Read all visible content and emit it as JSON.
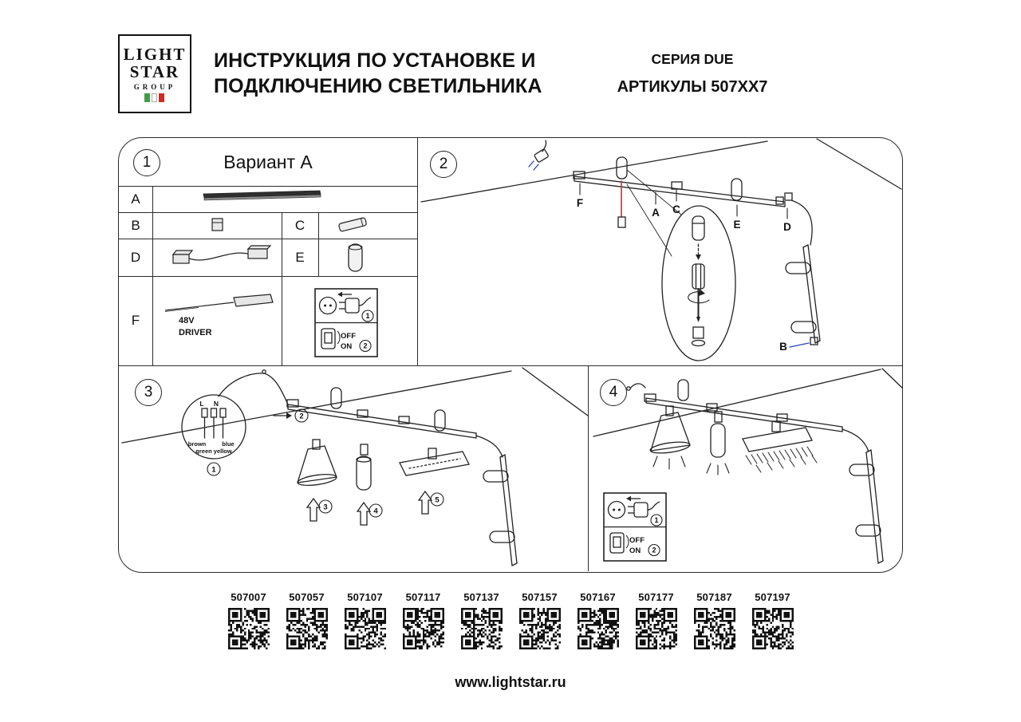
{
  "header": {
    "logo": {
      "line1": "LIGHT",
      "line2": "STAR",
      "line3": "GROUP"
    },
    "title_line1": "ИНСТРУКЦИЯ ПО УСТАНОВКЕ И",
    "title_line2": "ПОДКЛЮЧЕНИЮ СВЕТИЛЬНИКА",
    "series": "СЕРИЯ DUE",
    "articles": "АРТИКУЛЫ 507XX7"
  },
  "legend": {
    "plug_step": "1",
    "switch_off": "OFF",
    "switch_on": "ON",
    "switch_step": "2"
  },
  "panel1": {
    "number": "1",
    "title": "Вариант А",
    "row_labels": {
      "a": "A",
      "b": "B",
      "c": "C",
      "d": "D",
      "e": "E",
      "f": "F"
    },
    "driver_line1": "48V",
    "driver_line2": "DRIVER"
  },
  "panel2": {
    "number": "2",
    "labels": {
      "f": "F",
      "a": "A",
      "c": "C",
      "e": "E",
      "d": "D",
      "b": "B"
    }
  },
  "panel3": {
    "number": "3",
    "wires": {
      "l": "L",
      "n": "N",
      "brown": "brown",
      "blue": "blue",
      "green_yellow": "green yellow"
    },
    "steps": {
      "s1": "1",
      "s2": "2",
      "s3": "3",
      "s4": "4",
      "s5": "5"
    }
  },
  "panel4": {
    "number": "4"
  },
  "qr_codes": [
    "507007",
    "507057",
    "507107",
    "507117",
    "507137",
    "507157",
    "507167",
    "507177",
    "507187",
    "507197"
  ],
  "footer": {
    "url": "www.lightstar.ru"
  },
  "colors": {
    "ink": "#1a1a1a",
    "accent_blue": "#2742c8",
    "wire_red": "#d42b20",
    "flag_green": "#3f9e43",
    "flag_red": "#d5281f"
  }
}
